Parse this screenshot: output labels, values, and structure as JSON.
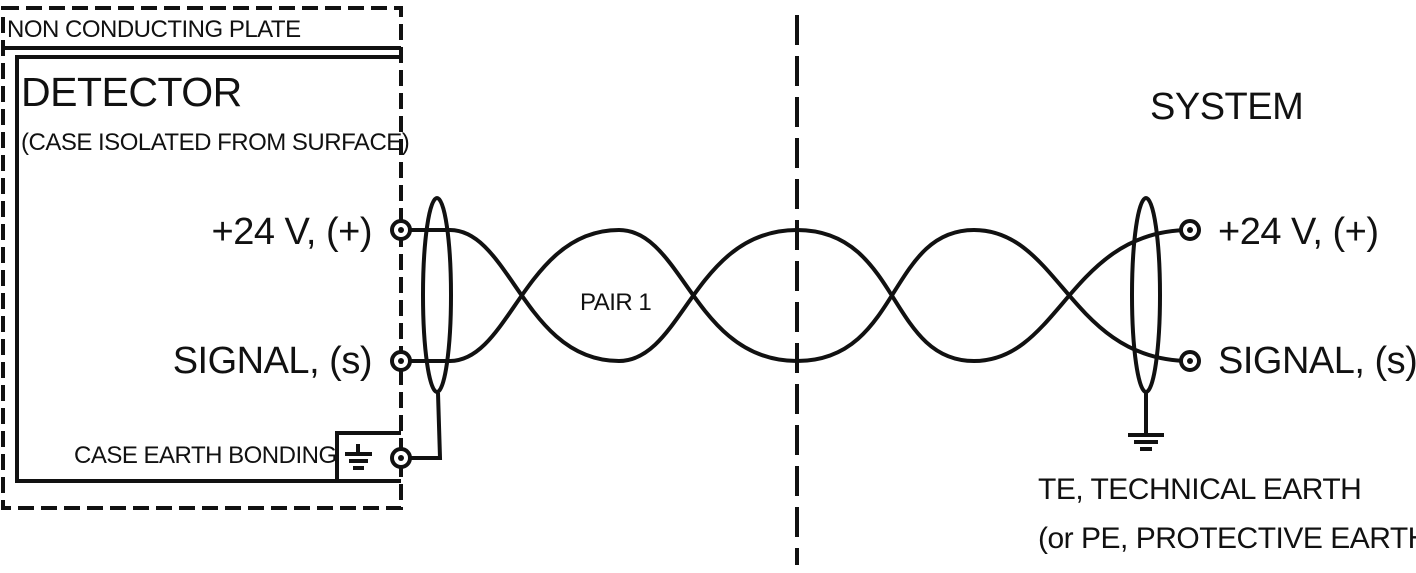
{
  "labels": {
    "plate": "NON CONDUCTING PLATE",
    "detector": "DETECTOR",
    "detector_note": "(CASE ISOLATED FROM SURFACE)",
    "det_plus": "+24 V, (+)",
    "det_signal": "SIGNAL, (s)",
    "case_earth": "CASE EARTH BONDING",
    "pair": "PAIR 1",
    "system": "SYSTEM",
    "sys_plus": "+24 V, (+)",
    "sys_signal": "SIGNAL, (s)",
    "te": "TE, TECHNICAL EARTH",
    "pe": "(or PE, PROTECTIVE EARTH)"
  },
  "colors": {
    "line": "#111111",
    "background": "#ffffff"
  }
}
